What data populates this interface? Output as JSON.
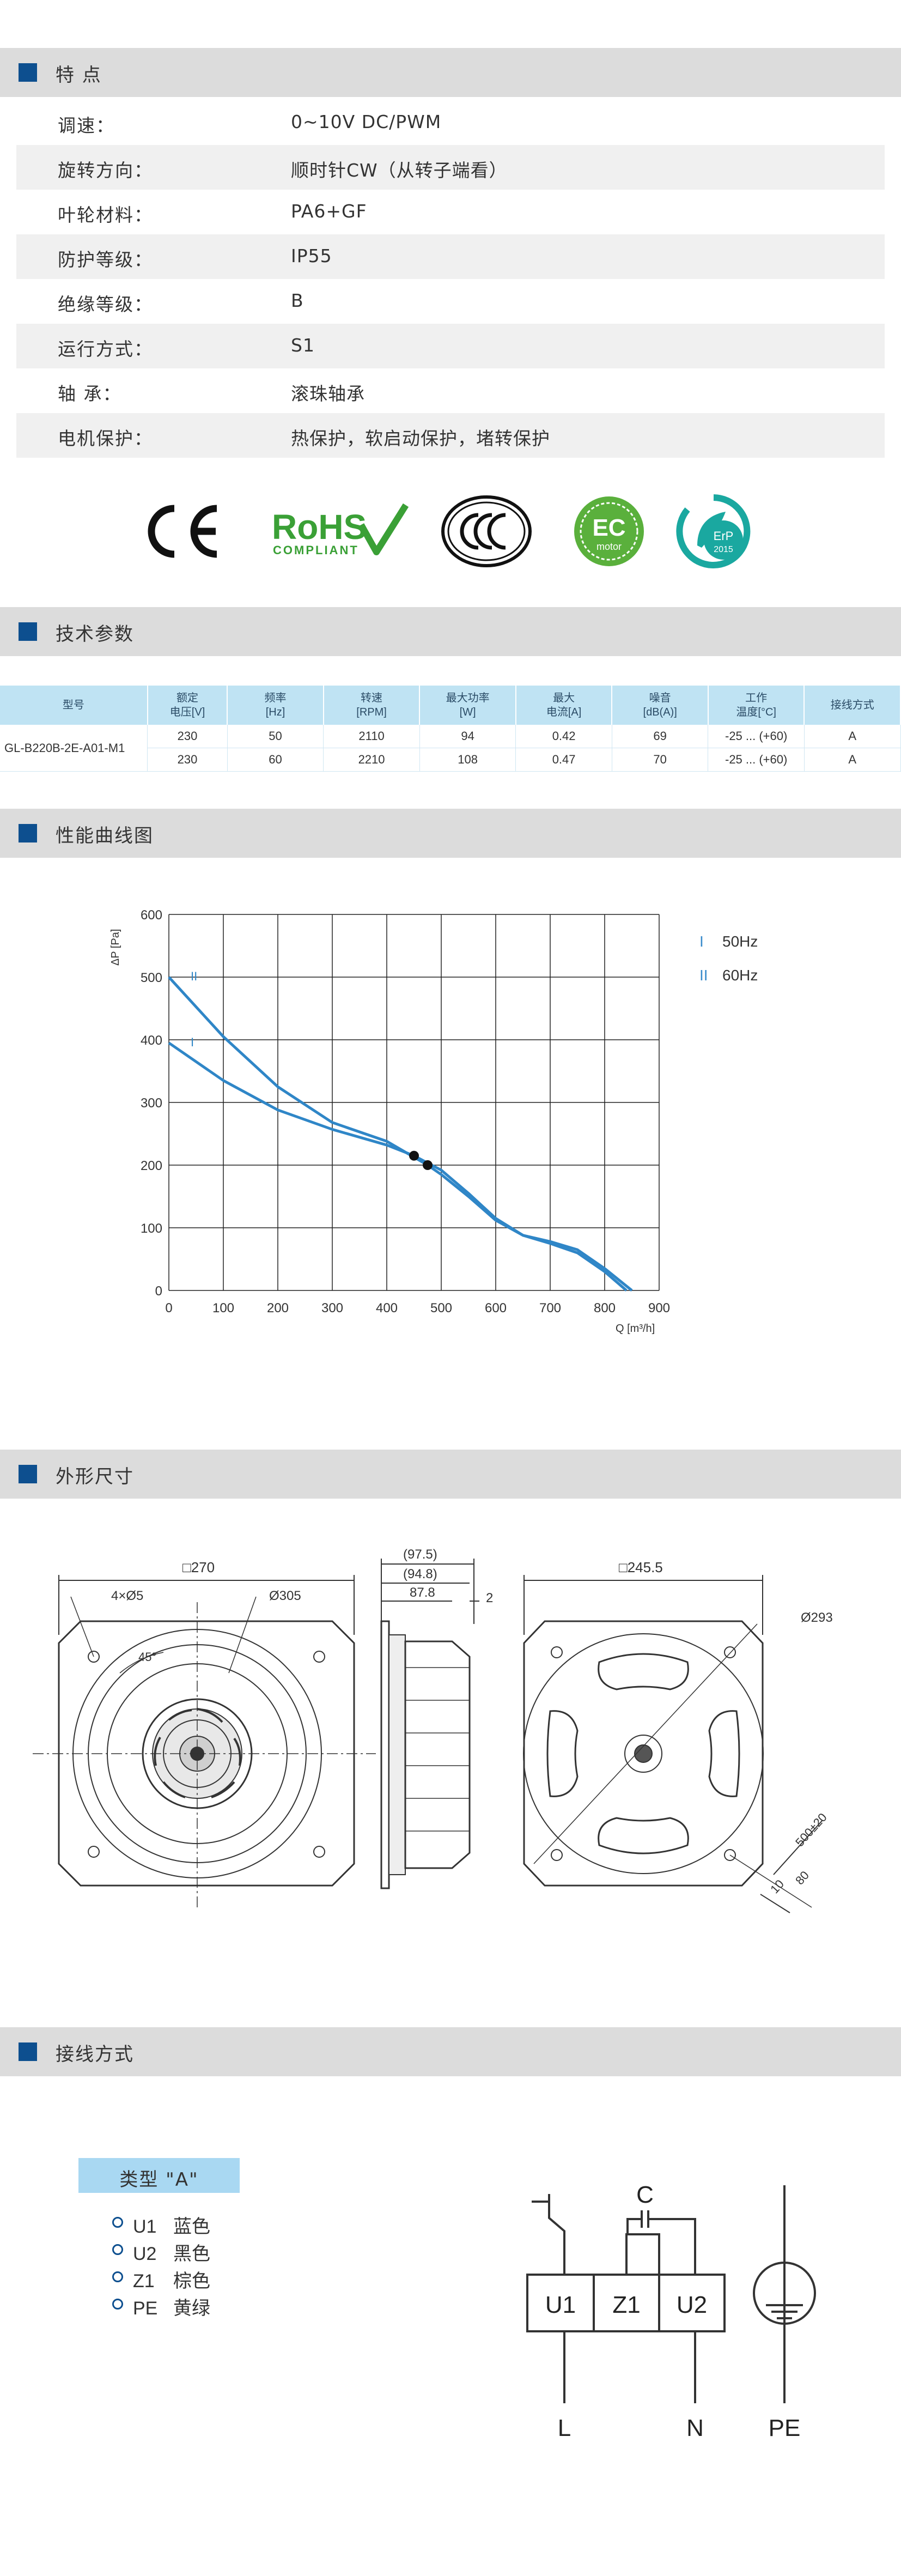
{
  "sections": {
    "features": "特 点",
    "specs": "技术参数",
    "curve": "性能曲线图",
    "dimensions": "外形尺寸",
    "wiring": "接线方式"
  },
  "features": [
    {
      "label": "调速：",
      "value": "0~10V DC/PWM"
    },
    {
      "label": "旋转方向：",
      "value": "顺时针CW（从转子端看）"
    },
    {
      "label": "叶轮材料：",
      "value": "PA6+GF"
    },
    {
      "label": "防护等级：",
      "value": "IP55"
    },
    {
      "label": "绝缘等级：",
      "value": "B"
    },
    {
      "label": "运行方式：",
      "value": "S1"
    },
    {
      "label": "轴 承：",
      "value": "滚珠轴承"
    },
    {
      "label": "电机保护：",
      "value": "热保护，软启动保护，堵转保护"
    }
  ],
  "certifications": {
    "ce": "CE",
    "rohs": "RoHS",
    "rohs_sub": "COMPLIANT",
    "ec": "EC",
    "ec_sub": "motor",
    "erp": "ErP",
    "erp_year": "2015"
  },
  "spec_table": {
    "headers": [
      {
        "l1": "型号",
        "l2": ""
      },
      {
        "l1": "额定",
        "l2": "电压[V]"
      },
      {
        "l1": "频率",
        "l2": "[Hz]"
      },
      {
        "l1": "转速",
        "l2": "[RPM]"
      },
      {
        "l1": "最大功率",
        "l2": "[W]"
      },
      {
        "l1": "最大",
        "l2": "电流[A]"
      },
      {
        "l1": "噪音",
        "l2": "[dB(A)]"
      },
      {
        "l1": "工作",
        "l2": "温度[°C]"
      },
      {
        "l1": "接线方式",
        "l2": ""
      }
    ],
    "model": "GL-B220B-2E-A01-M1",
    "rows": [
      [
        "230",
        "50",
        "2110",
        "94",
        "0.42",
        "69",
        "-25 ... (+60)",
        "A"
      ],
      [
        "230",
        "60",
        "2210",
        "108",
        "0.47",
        "70",
        "-25 ... (+60)",
        "A"
      ]
    ]
  },
  "chart_data": {
    "type": "line",
    "title": "",
    "xlabel": "Q [m³/h]",
    "ylabel": "ΔP [Pa]",
    "xlim": [
      0,
      900
    ],
    "ylim": [
      0,
      600
    ],
    "xticks": [
      "0",
      "100",
      "200",
      "300",
      "400",
      "500",
      "600",
      "700",
      "800",
      "900"
    ],
    "yticks": [
      "0",
      "100",
      "200",
      "300",
      "400",
      "500",
      "600"
    ],
    "grid": true,
    "legend_position": "right",
    "colors": {
      "line": "#2f86c7",
      "marker": "#111111"
    },
    "series": [
      {
        "name": "50Hz",
        "mark": "I",
        "x": [
          0,
          100,
          200,
          300,
          400,
          450,
          500,
          550,
          600,
          650,
          700,
          750,
          800,
          840
        ],
        "y": [
          395,
          335,
          288,
          257,
          232,
          215,
          192,
          155,
          115,
          88,
          75,
          60,
          30,
          0
        ]
      },
      {
        "name": "60Hz",
        "mark": "II",
        "x": [
          0,
          100,
          200,
          300,
          400,
          475,
          500,
          550,
          600,
          650,
          700,
          750,
          800,
          850
        ],
        "y": [
          500,
          405,
          325,
          268,
          238,
          200,
          185,
          150,
          112,
          88,
          78,
          65,
          35,
          0
        ]
      }
    ],
    "operating_points": [
      {
        "series": "50Hz",
        "x": 450,
        "y": 215
      },
      {
        "series": "60Hz",
        "x": 475,
        "y": 200
      }
    ]
  },
  "dimensions": {
    "front_width": "□270",
    "holes": "4×Ø5",
    "angle": "45°",
    "rotor_dia": "Ø305",
    "side_a": "(97.5)",
    "side_b": "(94.8)",
    "side_c": "87.8",
    "side_d": "2",
    "rear_width": "□245.5",
    "rear_dia": "Ø293",
    "cable_len": "500±20",
    "cable_a": "80",
    "cable_b": "10"
  },
  "wiring": {
    "type_label": "类型 \"A\"",
    "items": [
      {
        "code": "U1",
        "color": "蓝色"
      },
      {
        "code": "U2",
        "color": "黑色"
      },
      {
        "code": "Z1",
        "color": "棕色"
      },
      {
        "code": "PE",
        "color": "黄绿"
      }
    ],
    "diagram": {
      "u1": "U1",
      "z1": "Z1",
      "u2": "U2",
      "c": "C",
      "l": "L",
      "n": "N",
      "pe": "PE"
    }
  }
}
